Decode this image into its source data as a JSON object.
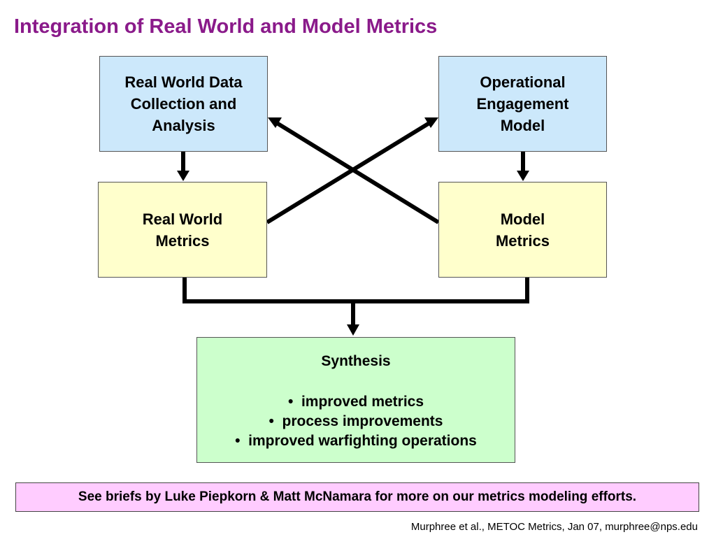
{
  "title": "Integration of Real World and Model Metrics",
  "boxes": {
    "real_world_data": {
      "lines": [
        "Real World Data",
        "Collection and",
        "Analysis"
      ]
    },
    "operational_model": {
      "lines": [
        "Operational",
        "Engagement",
        "Model"
      ]
    },
    "real_world_metrics": {
      "lines": [
        "Real World",
        "Metrics"
      ]
    },
    "model_metrics": {
      "lines": [
        "Model",
        "Metrics"
      ]
    },
    "synthesis": {
      "heading": "Synthesis",
      "bullets": [
        "improved metrics",
        "process improvements",
        "improved warfighting operations"
      ]
    }
  },
  "note": "See briefs by Luke Piepkorn & Matt McNamara for more on our metrics modeling efforts.",
  "footer": "Murphree et al., METOC Metrics, Jan 07, murphree@nps.edu",
  "colors": {
    "title": "#8a1a8a",
    "box_blue": "#cce8fb",
    "box_yellow": "#ffffcc",
    "box_green": "#ccffcc",
    "note_pink": "#ffccff",
    "connector": "#000000"
  }
}
